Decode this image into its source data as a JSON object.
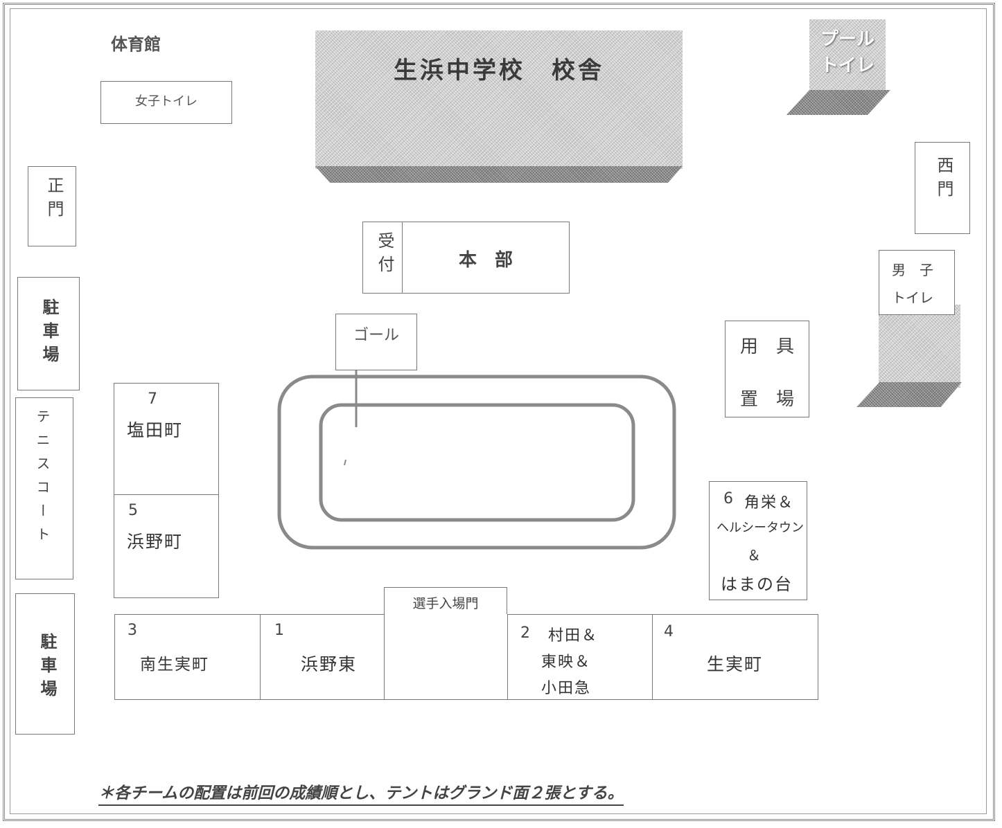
{
  "map": {
    "gymnasium": "体育館",
    "school_building": "生浜中学校　校舎",
    "girls_toilet": "女子トイレ",
    "pool_toilet": "プール\nトイレ",
    "main_gate": "正門",
    "west_gate": "西門",
    "parking_north": "駐車場",
    "tennis_court": "テニスコート",
    "parking_south": "駐車場",
    "reception": "受付",
    "headquarters": "本　部",
    "goal": "ゴール",
    "boys_toilet_line1": "男　子",
    "boys_toilet_line2": "トイレ",
    "equipment_line1": "用　具",
    "equipment_line2": "置　場",
    "athlete_gate": "選手入場門",
    "note": "＊各チームの配置は前回の成績順とし、テントはグランド面２張とする。"
  },
  "teams": [
    {
      "num": "7",
      "name": "塩田町"
    },
    {
      "num": "5",
      "name": "浜野町"
    },
    {
      "num": "3",
      "name": "南生実町"
    },
    {
      "num": "1",
      "name": "浜野東"
    },
    {
      "num": "2",
      "name": "村田＆",
      "name2": "東映＆",
      "name3": "小田急"
    },
    {
      "num": "4",
      "name": "生実町"
    },
    {
      "num": "6",
      "name": "角栄＆",
      "name2": "ヘルシータウン",
      "name3": "＆",
      "name4": "はまの台"
    }
  ]
}
